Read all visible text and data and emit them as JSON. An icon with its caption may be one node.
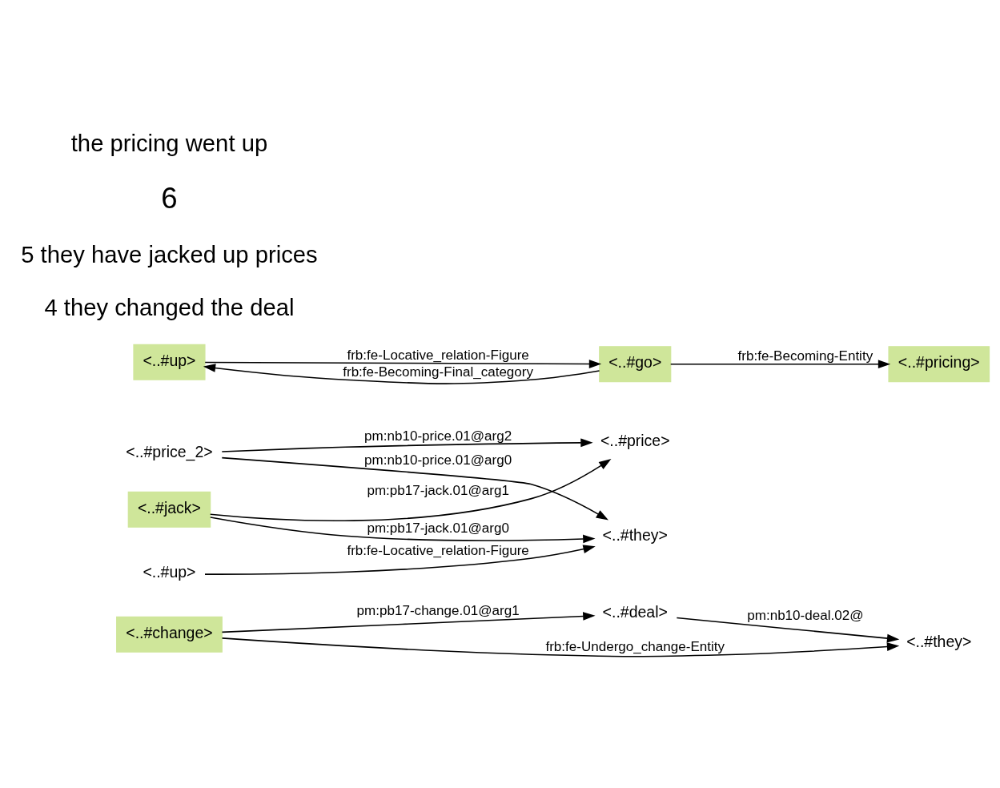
{
  "diagram": {
    "nodes": [
      {
        "text": [
          "<..#change>"
        ]
      },
      {
        "text": [
          "<..#deal>"
        ]
      },
      {
        "text": [
          "<..#they>"
        ]
      },
      {
        "text": [
          "<..#price>"
        ]
      },
      {
        "text": [
          "<..#jack>"
        ]
      },
      {
        "text": [
          "<..#price_2>"
        ]
      },
      {
        "text": [
          "<..#they>"
        ]
      },
      {
        "text": [
          "<..#up>"
        ]
      },
      {
        "text": [
          "<..#go>"
        ]
      },
      {
        "text": [
          "<..#pricing>"
        ]
      },
      {
        "text": [
          "<..#up>"
        ]
      }
    ],
    "edges": [
      {
        "from": 0,
        "to": 1,
        "arrow": "to",
        "label": "pm:pb17-change.01@arg1"
      },
      {
        "from": 0,
        "to": 2,
        "arrow": "to",
        "label": "frb:fe-Undergo_change-Entity"
      },
      {
        "from": 1,
        "to": 2,
        "arrow": "to",
        "label": "pm:nb10-deal.02@"
      },
      {
        "from": 4,
        "to": 3,
        "arrow": "to",
        "label": "pm:pb17-jack.01@arg1"
      },
      {
        "from": 5,
        "to": 3,
        "arrow": "to",
        "label": "pm:nb10-price.01@arg2"
      },
      {
        "from": 4,
        "to": 6,
        "arrow": "to",
        "label": "pm:pb17-jack.01@arg0"
      },
      {
        "from": 5,
        "to": 6,
        "arrow": "to",
        "label": "pm:nb10-price.01@arg0"
      },
      {
        "from": 10,
        "to": 6,
        "arrow": "to",
        "label": "frb:fe-Locative_relation-Figure"
      },
      {
        "from": 8,
        "to": 7,
        "arrow": "to",
        "label": "frb:fe-Becoming-Final_category"
      },
      {
        "from": 7,
        "to": 8,
        "arrow": "to",
        "label": "frb:fe-Locative_relation-Figure"
      },
      {
        "from": 8,
        "to": 9,
        "arrow": "to",
        "label": "frb:fe-Becoming-Entity"
      }
    ],
    "labels": [
      "4 they changed the deal",
      "5 they have jacked up prices",
      "6",
      "the pricing went up"
    ]
  }
}
